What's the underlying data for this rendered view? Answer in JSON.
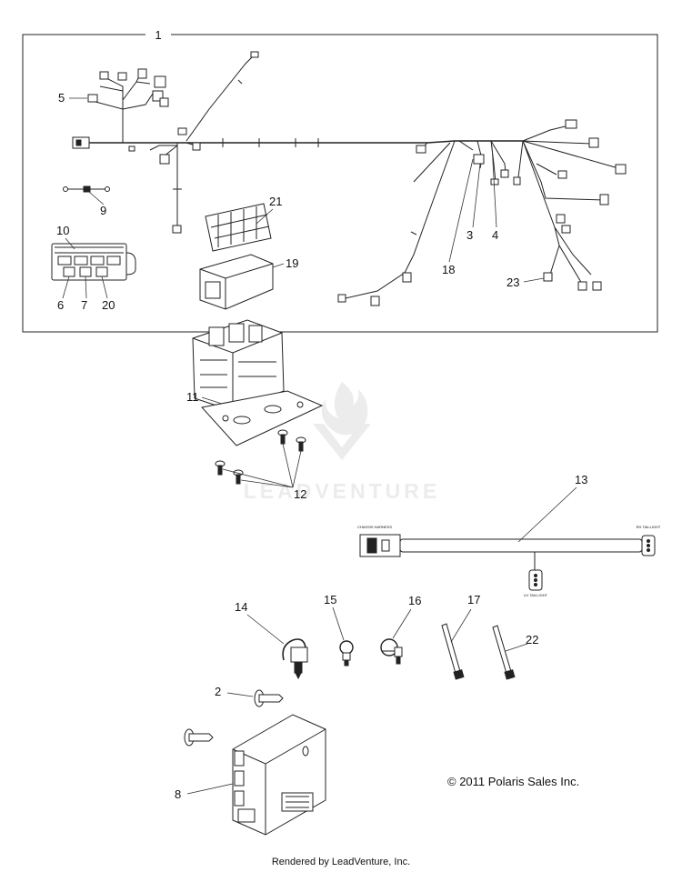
{
  "callouts": {
    "c1": "1",
    "c2": "2",
    "c3": "3",
    "c4": "4",
    "c5": "5",
    "c6": "6",
    "c7": "7",
    "c8": "8",
    "c9": "9",
    "c10": "10",
    "c11": "11",
    "c12": "12",
    "c13": "13",
    "c14": "14",
    "c15": "15",
    "c16": "16",
    "c17": "17",
    "c18": "18",
    "c19": "19",
    "c20": "20",
    "c21": "21",
    "c22": "22",
    "c23": "23"
  },
  "connector_labels": {
    "chassis": "CHASSIS HARNESS",
    "rh_taillight": "RH TAILLIGHT",
    "lh_taillight": "LH TAILLIGHT"
  },
  "watermark": "LEADVENTURE",
  "watermark_logo": "leadventure-flame-logo",
  "copyright": "© 2011 Polaris Sales Inc.",
  "footer": "Rendered by LeadVenture, Inc."
}
